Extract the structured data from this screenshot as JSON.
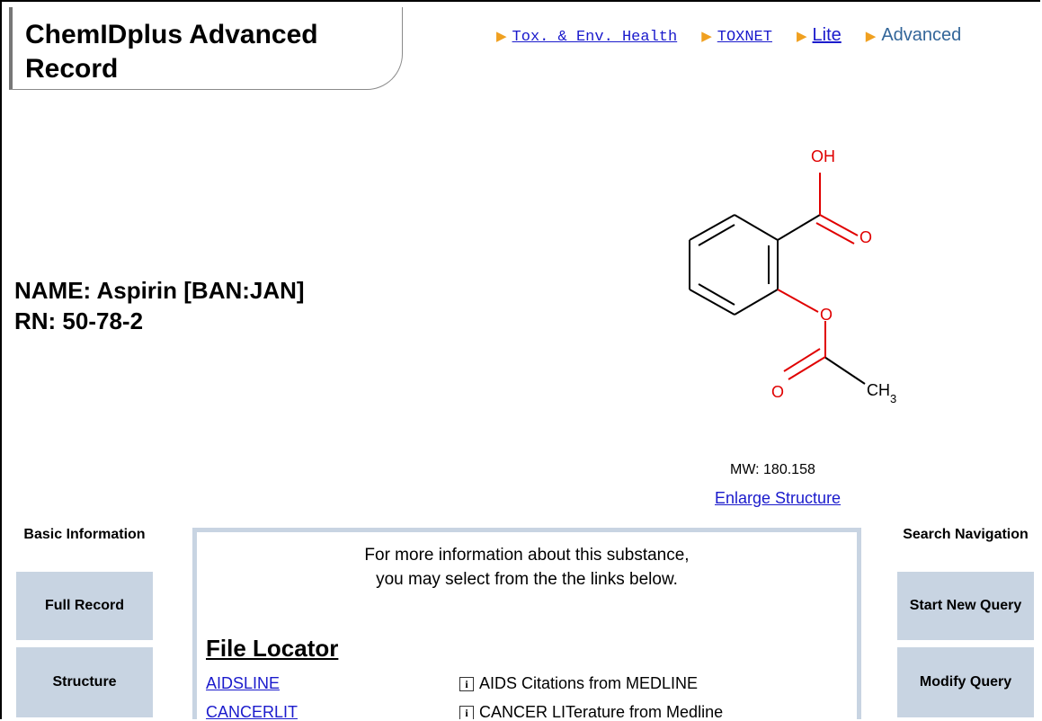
{
  "header": {
    "title_line1": "ChemIDplus Advanced",
    "title_line2": "Record",
    "links": [
      {
        "label": "Tox. & Env. Health"
      },
      {
        "label": "TOXNET"
      },
      {
        "label": "Lite"
      },
      {
        "label": "Advanced"
      }
    ]
  },
  "substance": {
    "name_line": "NAME: Aspirin [BAN:JAN]",
    "rn_line": "RN: 50-78-2",
    "mw": "MW: 180.158",
    "enlarge_label": "Enlarge Structure",
    "atom_labels": {
      "oh": "OH",
      "o1": "O",
      "o2": "O",
      "o3": "O",
      "ch": "CH",
      "sub": "3"
    }
  },
  "left_nav": {
    "heading": "Basic Information",
    "buttons": [
      {
        "label": "Full Record"
      },
      {
        "label": "Structure"
      }
    ]
  },
  "right_nav": {
    "heading": "Search Navigation",
    "buttons": [
      {
        "label": "Start New Query"
      },
      {
        "label": "Modify Query"
      }
    ]
  },
  "panel": {
    "intro_line1": "For more information about this substance,",
    "intro_line2": "you may select from the the links below.",
    "file_locator_title": "File Locator",
    "rows": [
      {
        "link": "AIDSLINE",
        "desc": "AIDS Citations from MEDLINE"
      },
      {
        "link": "CANCERLIT",
        "desc": "CANCER LITerature from Medline"
      }
    ]
  },
  "colors": {
    "link": "#1a1acc",
    "nav_button": "#c8d4e2",
    "arrow": "#f0a020",
    "oxygen": "#e00000"
  }
}
